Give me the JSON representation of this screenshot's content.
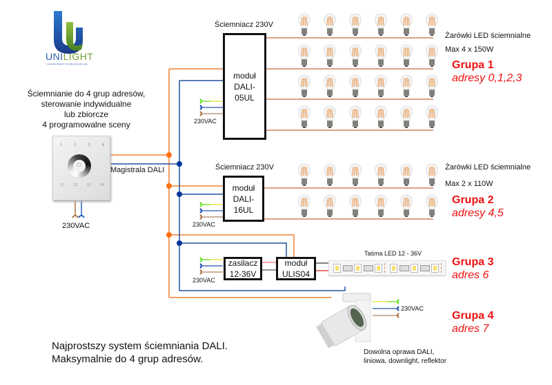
{
  "logo": {
    "text_blue": "UNI",
    "text_green": "LIGHT",
    "tagline": "CHOOSE BRIGHT FUTURE CHOOSE LED",
    "blue": "#2a5aa8",
    "green": "#6fa030"
  },
  "controller": {
    "description": [
      "Ściemnianie do 4 grup adresów,",
      "sterowanie indywidualne",
      "lub zbiorcze",
      "4 programowalne sceny"
    ],
    "buttons_top": [
      "1",
      "2",
      "3",
      "4"
    ],
    "buttons_bottom": [
      "S1",
      "S2",
      "S3",
      "S4"
    ],
    "power_label": "230VAC"
  },
  "bus_label": "Magistrala DALI",
  "colors": {
    "dali_orange": "#f08030",
    "dali_blue": "#2050a0",
    "node_orange": "#ff7010",
    "node_blue": "#003399",
    "load_wire": "#c86a3a",
    "group_red": "#ee1111"
  },
  "groups": [
    {
      "dimmer_label": "Ściemniacz 230V",
      "module": [
        "moduł",
        "DALI-",
        "05UL"
      ],
      "supply": "230VAC",
      "load_title": "Żarówki LED ściemnialne",
      "load_spec": "Max 4 x 150W",
      "title": "Grupa 1",
      "address": "adresy 0,1,2,3",
      "bulb_rows": 4,
      "bulbs_per_row": 6
    },
    {
      "dimmer_label": "Ściemniacz 230V",
      "module": [
        "moduł",
        "DALI-",
        "16UL"
      ],
      "supply": "230VAC",
      "load_title": "Żarówki LED ściemnialne",
      "load_spec": "Max 2 x 110W",
      "title": "Grupa 2",
      "address": "adresy 4,5",
      "bulb_rows": 2,
      "bulbs_per_row": 6
    },
    {
      "psu": [
        "zasilacz",
        "12-36V"
      ],
      "module": [
        "moduł",
        "ULIS04"
      ],
      "supply": "230VAC",
      "load_title": "Taśma LED 12 - 36V",
      "title": "Grupa 3",
      "address": "adres 6"
    },
    {
      "supply": "230VAC",
      "load_title": [
        "Dowolna oprawa DALI,",
        "liniowa, downlight, reflektor"
      ],
      "title": "Grupa 4",
      "address": "adres 7"
    }
  ],
  "footer": [
    "Najprostszy system ściemniania DALI.",
    "Maksymalnie do 4 grup adresów."
  ]
}
